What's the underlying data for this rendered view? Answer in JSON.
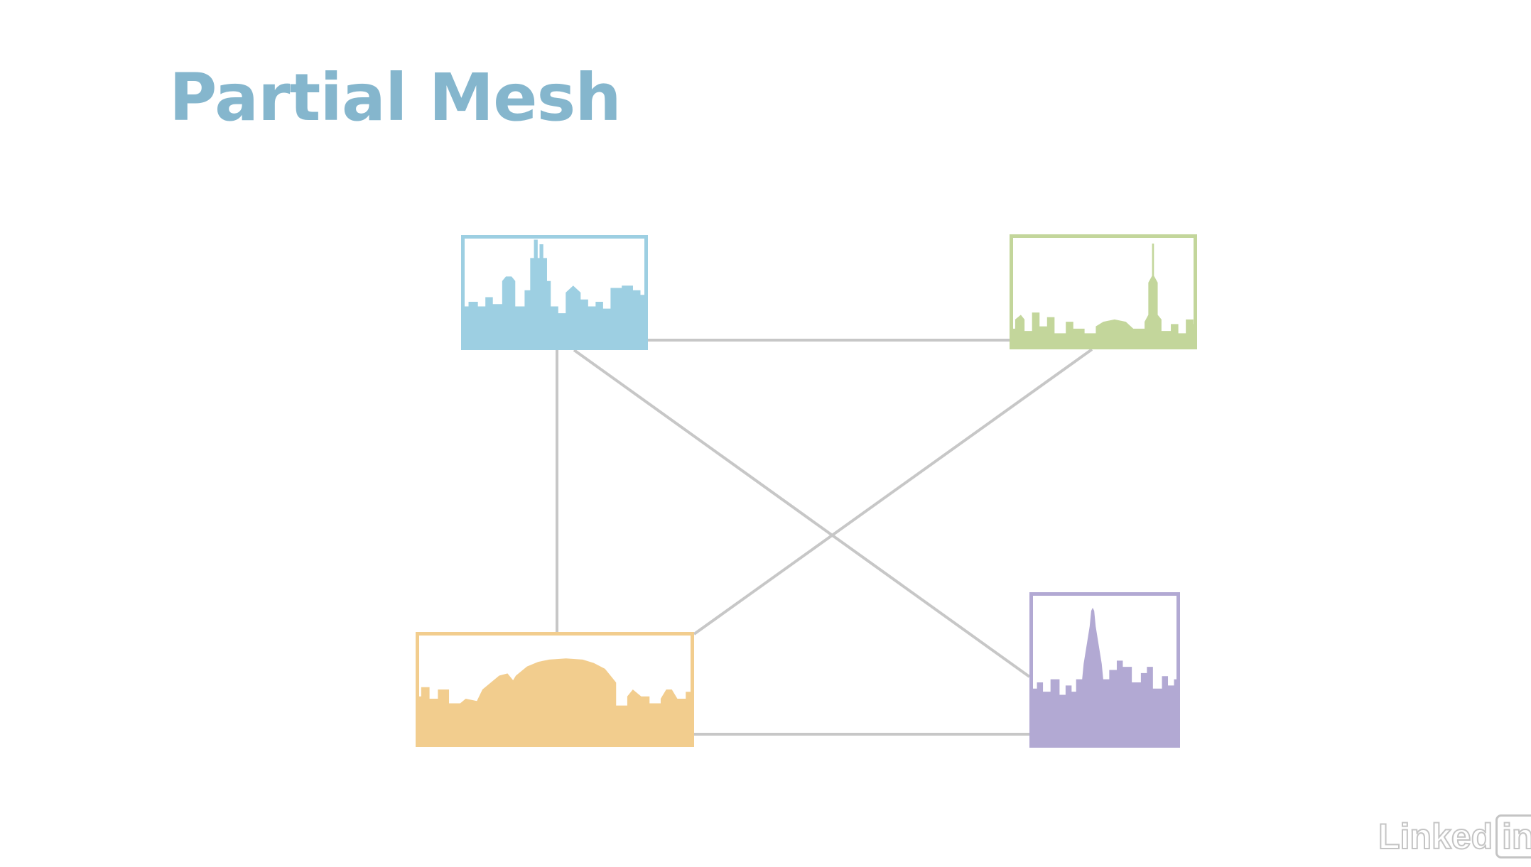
{
  "title": "Partial Mesh",
  "colors": {
    "title": "#85b6cd",
    "link": "#c7c7c7",
    "chicago": "#9dcfe2",
    "toronto": "#c3d69b",
    "sydney": "#f2cd8e",
    "paris": "#b2a9d3",
    "watermark": "#c4c4c4"
  },
  "nodes": [
    {
      "id": "chicago",
      "name": "chicago-skyline-node",
      "icon": "chicago-skyline-icon",
      "color": "#9dcfe2"
    },
    {
      "id": "toronto",
      "name": "toronto-skyline-node",
      "icon": "toronto-skyline-icon",
      "color": "#c3d69b"
    },
    {
      "id": "sydney",
      "name": "sydney-skyline-node",
      "icon": "sydney-skyline-icon",
      "color": "#f2cd8e"
    },
    {
      "id": "paris",
      "name": "paris-skyline-node",
      "icon": "paris-skyline-icon",
      "color": "#b2a9d3"
    }
  ],
  "links": [
    {
      "from": "chicago",
      "to": "toronto"
    },
    {
      "from": "chicago",
      "to": "sydney"
    },
    {
      "from": "chicago",
      "to": "paris"
    },
    {
      "from": "toronto",
      "to": "sydney"
    },
    {
      "from": "sydney",
      "to": "paris"
    }
  ],
  "watermark": {
    "linked": "Linked",
    "in": "in"
  }
}
